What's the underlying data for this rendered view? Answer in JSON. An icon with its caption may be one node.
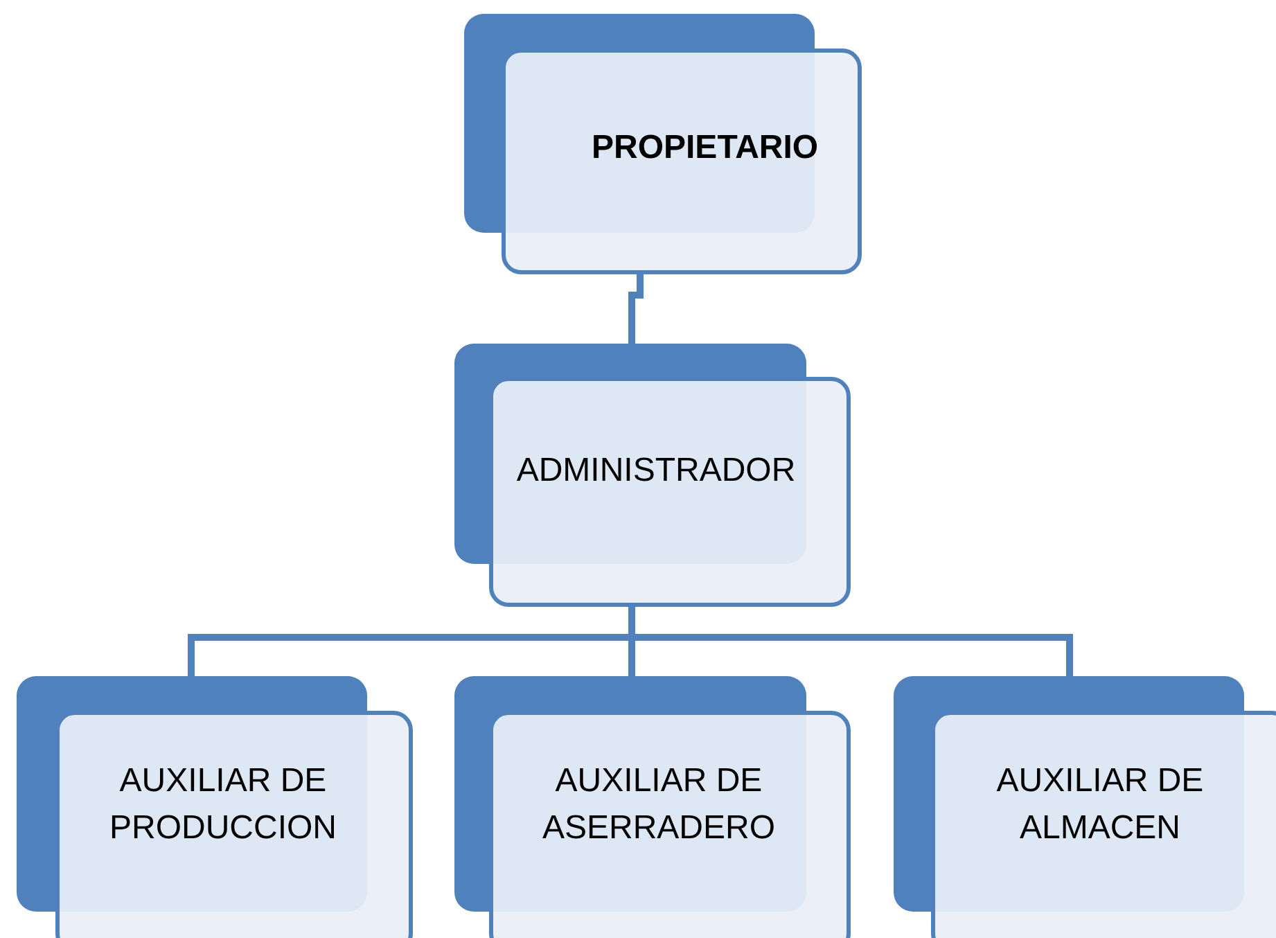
{
  "diagram": {
    "nodes": [
      {
        "text": [
          "PROPIETARIO"
        ]
      },
      {
        "text": [
          "ADMINISTRADOR"
        ]
      },
      {
        "text": [
          "AUXILIAR DE PRODUCCION"
        ]
      },
      {
        "text": [
          "AUXILIAR DE ASERRADERO"
        ]
      },
      {
        "text": [
          "AUXILIAR DE ALMACEN"
        ]
      }
    ],
    "edges": [
      {
        "from": 0,
        "to": 1,
        "arrow": "none"
      },
      {
        "from": 1,
        "to": 2,
        "arrow": "none"
      },
      {
        "from": 1,
        "to": 3,
        "arrow": "none"
      },
      {
        "from": 1,
        "to": 4,
        "arrow": "none"
      }
    ]
  }
}
